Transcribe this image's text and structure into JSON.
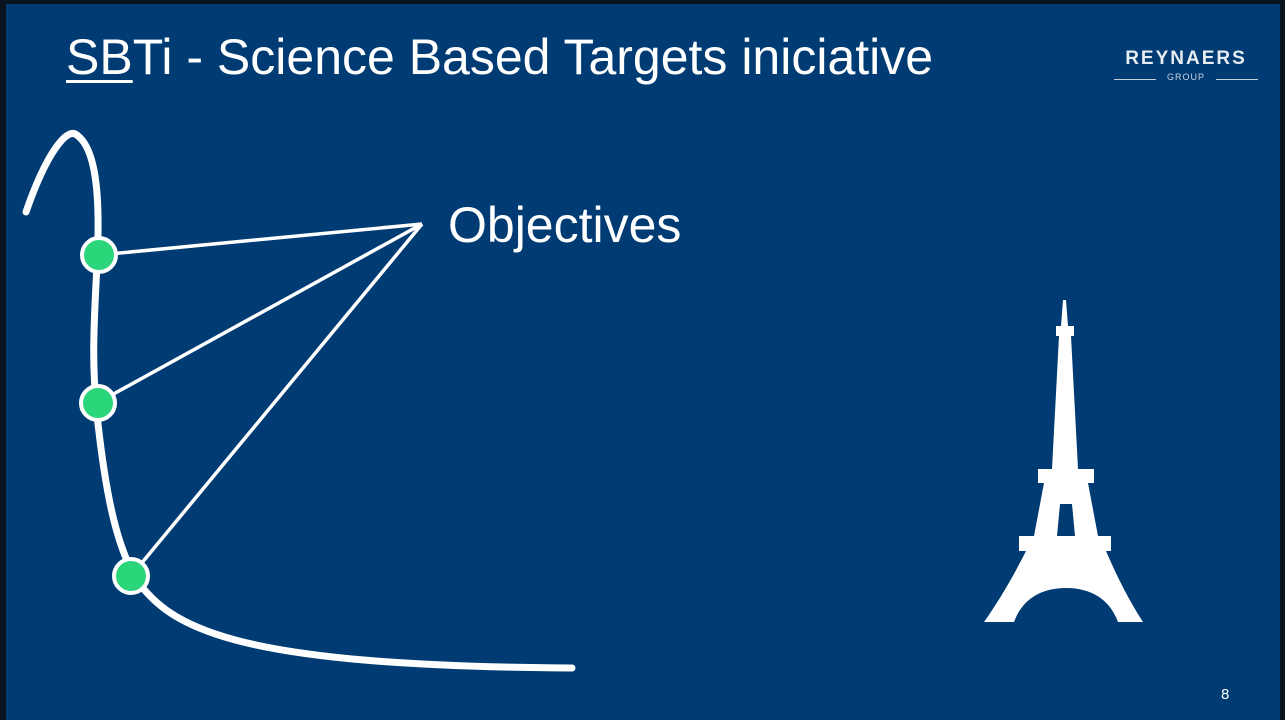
{
  "slide": {
    "title_prefix": "SB",
    "title_rest": "Ti - Science Based Targets iniciative",
    "page_number": "8"
  },
  "logo": {
    "word": "REYNAERS",
    "sub": "GROUP"
  },
  "diagram": {
    "label": "Objectives",
    "marker_color": "#2bd67b",
    "line_color": "#ffffff",
    "background": "#003b73"
  }
}
